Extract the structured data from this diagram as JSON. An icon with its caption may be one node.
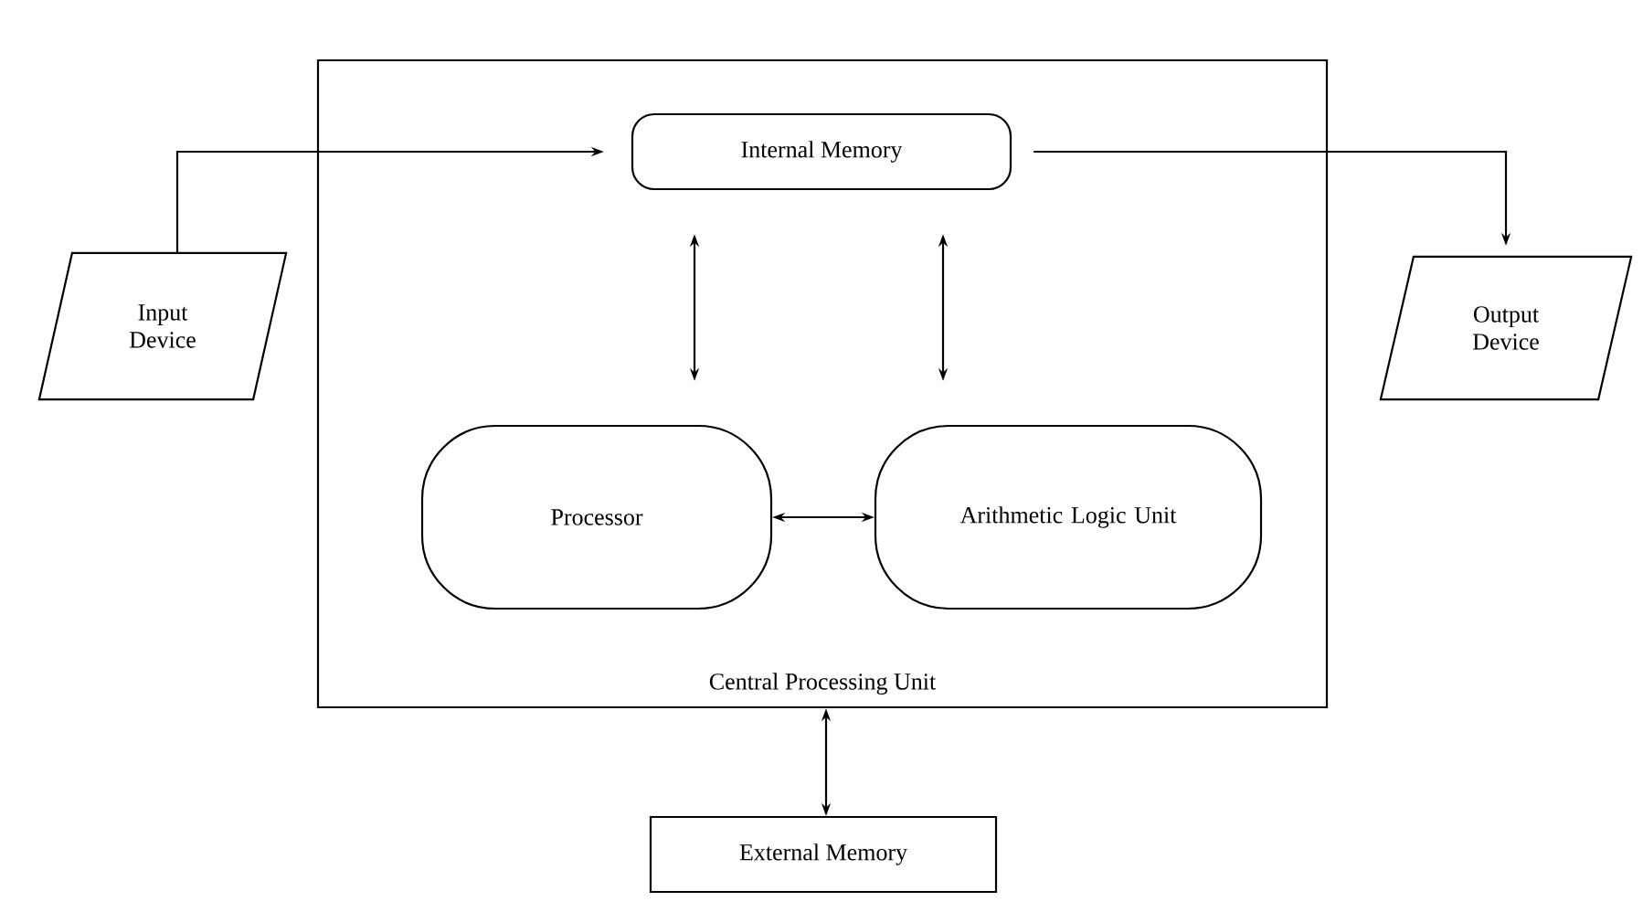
{
  "diagram": {
    "nodes": [
      {
        "text": [
          "Central Processing Unit"
        ]
      },
      {
        "text": [
          "Internal Memory"
        ],
        "in": 0
      },
      {
        "text": [
          "Input Device"
        ]
      },
      {
        "text": [
          "Output Device"
        ]
      },
      {
        "text": [
          "Processor"
        ],
        "in": 0
      },
      {
        "text": [
          "Arithmetic Logic Unit"
        ],
        "in": 0
      },
      {
        "text": [
          "External Memory"
        ]
      }
    ],
    "edges": [
      {
        "from": 2,
        "to": 1,
        "arrow": "to"
      },
      {
        "from": 1,
        "to": 3,
        "arrow": "to"
      },
      {
        "from": 1,
        "to": 4,
        "arrow": "both"
      },
      {
        "from": 1,
        "to": 5,
        "arrow": "both"
      },
      {
        "from": 4,
        "to": 5,
        "arrow": "both"
      },
      {
        "from": 0,
        "to": 6,
        "arrow": "both"
      }
    ]
  }
}
